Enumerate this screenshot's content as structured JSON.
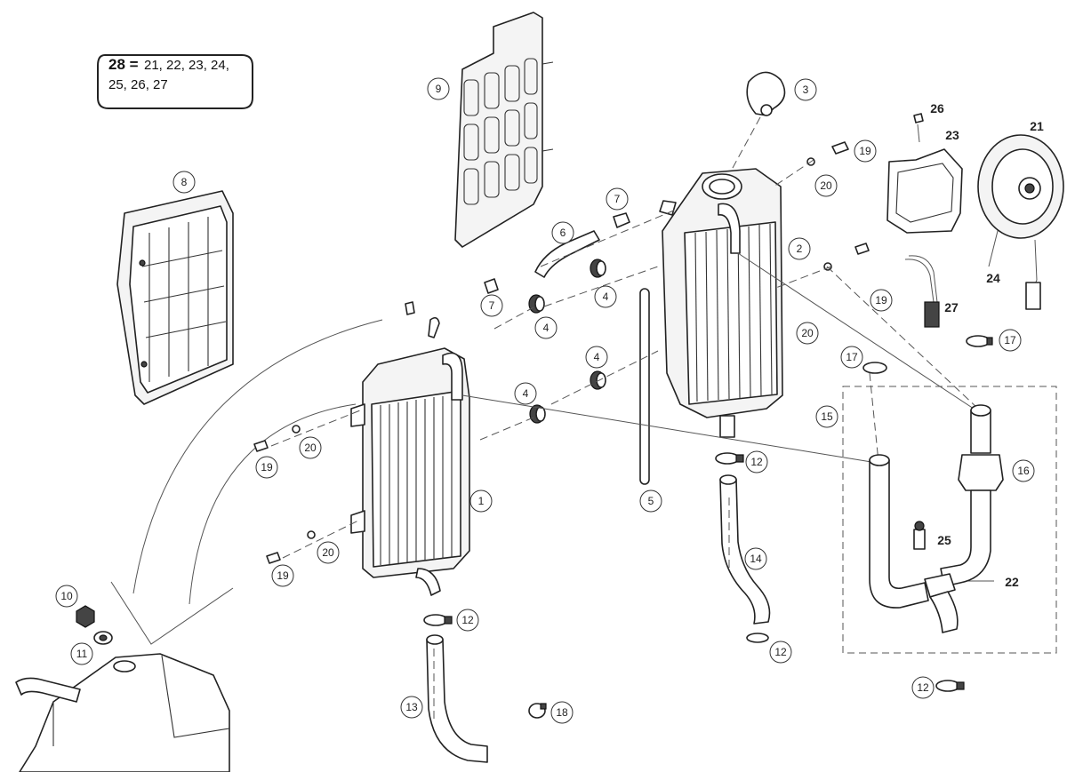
{
  "legend": {
    "key": "28 =",
    "line1": "21, 22, 23, 24,",
    "line2": "25, 26, 27"
  },
  "callouts": {
    "c1": "1",
    "c2": "2",
    "c3": "3",
    "c4a": "4",
    "c4b": "4",
    "c4c": "4",
    "c4d": "4",
    "c5": "5",
    "c6": "6",
    "c7a": "7",
    "c7b": "7",
    "c8": "8",
    "c9": "9",
    "c10": "10",
    "c11": "11",
    "c12a": "12",
    "c12b": "12",
    "c12c": "12",
    "c12d": "12",
    "c13": "13",
    "c14": "14",
    "c15": "15",
    "c16": "16",
    "c17a": "17",
    "c17b": "17",
    "c18": "18",
    "c19a": "19",
    "c19b": "19",
    "c19c": "19",
    "c19d": "19",
    "c20a": "20",
    "c20b": "20",
    "c20c": "20",
    "c20d": "20",
    "c21": "21",
    "c22": "22",
    "c23": "23",
    "c24": "24",
    "c25": "25",
    "c26": "26",
    "c27": "27"
  }
}
